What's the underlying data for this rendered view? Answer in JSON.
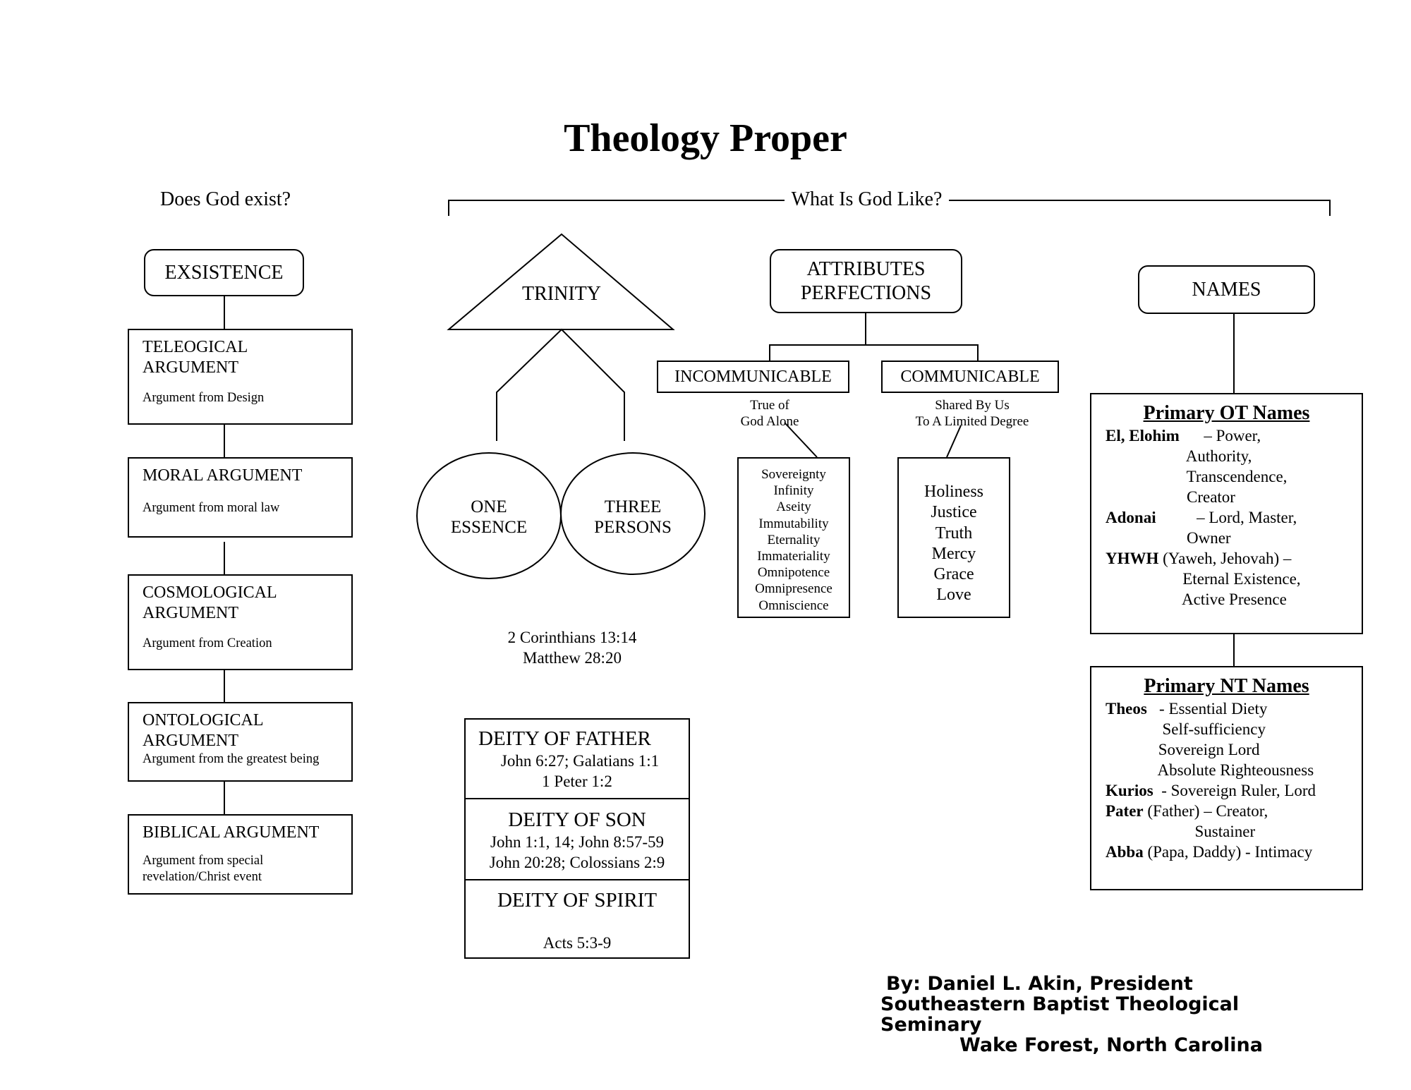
{
  "title": "Theology Proper",
  "existence_question": "Does God exist?",
  "nature_question": "What Is God Like?",
  "existence": {
    "label": "EXSISTENCE",
    "arguments": [
      {
        "title_lines": [
          "TELEOGICAL",
          "ARGUMENT"
        ],
        "subtitle_lines": [
          "Argument from Design"
        ]
      },
      {
        "title_lines": [
          "MORAL ARGUMENT"
        ],
        "subtitle_lines": [
          "Argument from moral law"
        ]
      },
      {
        "title_lines": [
          "COSMOLOGICAL",
          "ARGUMENT"
        ],
        "subtitle_lines": [
          "Argument from Creation"
        ]
      },
      {
        "title_lines": [
          "ONTOLOGICAL",
          "ARGUMENT"
        ],
        "subtitle_lines": [
          "Argument from the greatest being"
        ]
      },
      {
        "title_lines": [
          "BIBLICAL ARGUMENT"
        ],
        "subtitle_lines": [
          "Argument from special",
          "revelation/Christ event"
        ]
      }
    ]
  },
  "trinity": {
    "label": "TRINITY",
    "left_circle": [
      "ONE",
      "ESSENCE"
    ],
    "right_circle": [
      "THREE",
      "PERSONS"
    ],
    "references": [
      "2 Corinthians 13:14",
      "Matthew 28:20"
    ],
    "deity": [
      {
        "heading": "DEITY OF FATHER",
        "refs": [
          "John 6:27; Galatians 1:1",
          "1 Peter 1:2"
        ]
      },
      {
        "heading": "DEITY OF SON",
        "refs": [
          "John 1:1, 14; John 8:57-59",
          "John 20:28; Colossians 2:9"
        ]
      },
      {
        "heading": "DEITY OF SPIRIT",
        "refs": [
          "Acts 5:3-9"
        ]
      }
    ]
  },
  "attributes": {
    "label_lines": [
      "ATTRIBUTES",
      "PERFECTIONS"
    ],
    "incommunicable": {
      "label": "INCOMMUNICABLE",
      "note_lines": [
        "True of",
        "God Alone"
      ],
      "items": [
        "Sovereignty",
        "Infinity",
        "Aseity",
        "Immutability",
        "Eternality",
        "Immateriality",
        "Omnipotence",
        "Omnipresence",
        "Omniscience"
      ]
    },
    "communicable": {
      "label": "COMMUNICABLE",
      "note_lines": [
        "Shared By Us",
        "To A Limited Degree"
      ],
      "items": [
        "Holiness",
        "Justice",
        "Truth",
        "Mercy",
        "Grace",
        "Love"
      ]
    }
  },
  "names": {
    "label": "NAMES",
    "ot": {
      "heading": "Primary OT Names",
      "lines": [
        {
          "bold": "El, Elohim",
          "text": "      – Power,"
        },
        {
          "bold": "",
          "text": "                    Authority,"
        },
        {
          "bold": "",
          "text": "                    Transcendence,"
        },
        {
          "bold": "",
          "text": "                    Creator"
        },
        {
          "bold": "Adonai",
          "text": "          – Lord, Master,"
        },
        {
          "bold": "",
          "text": "                    Owner"
        },
        {
          "bold": "YHWH",
          "text": " (Yaweh, Jehovah) –"
        },
        {
          "bold": "",
          "text": "                   Eternal Existence,"
        },
        {
          "bold": "",
          "text": "                   Active Presence"
        }
      ]
    },
    "nt": {
      "heading": "Primary NT Names",
      "lines": [
        {
          "bold": "Theos",
          "text": "   - Essential Diety"
        },
        {
          "bold": "",
          "text": "              Self-sufficiency"
        },
        {
          "bold": "",
          "text": "             Sovereign Lord"
        },
        {
          "bold": "",
          "text": "             Absolute Righteousness"
        },
        {
          "bold": "Kurios",
          "text": "  - Sovereign Ruler, Lord"
        },
        {
          "bold": "Pater",
          "text": " (Father) – Creator,"
        },
        {
          "bold": "",
          "text": "                      Sustainer"
        },
        {
          "bold": "Abba",
          "text": " (Papa, Daddy) - Intimacy"
        }
      ]
    }
  },
  "footer": {
    "lines": [
      "By: Daniel L. Akin, President",
      "Southeastern Baptist Theological Seminary",
      "Wake Forest, North Carolina"
    ]
  }
}
